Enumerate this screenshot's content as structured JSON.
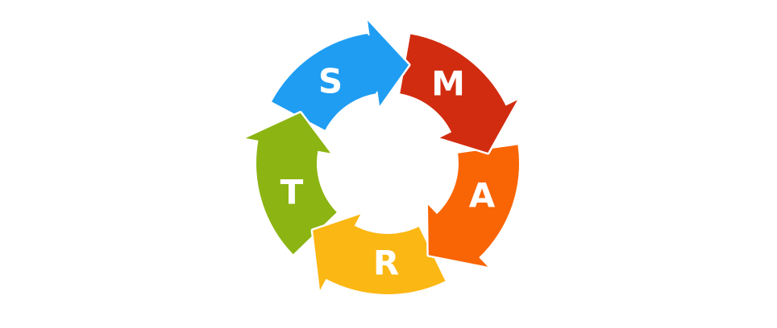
{
  "diagram": {
    "name": "SMART cycle",
    "type": "cycle-arrow-diagram",
    "direction": "clockwise",
    "background_color": "#ffffff",
    "separator_color": "#ffffff",
    "letter_color": "#ffffff",
    "segments": [
      {
        "id": "s",
        "letter": "S",
        "color": "#1f9df2",
        "position": "top-left"
      },
      {
        "id": "m",
        "letter": "M",
        "color": "#d22c10",
        "position": "top-right"
      },
      {
        "id": "a",
        "letter": "A",
        "color": "#f96505",
        "position": "right"
      },
      {
        "id": "r",
        "letter": "R",
        "color": "#fbb713",
        "position": "bottom"
      },
      {
        "id": "t",
        "letter": "T",
        "color": "#8cb412",
        "position": "left"
      }
    ]
  }
}
